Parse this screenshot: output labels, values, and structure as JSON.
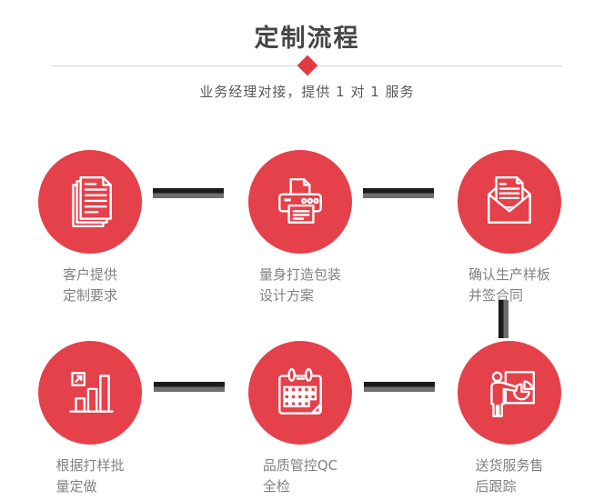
{
  "header": {
    "title": "定制流程",
    "subtitle": "业务经理对接，提供 1 对 1 服务"
  },
  "steps": [
    {
      "order": "1",
      "icon": "documents-icon",
      "lines": [
        "客户提供",
        "定制要求"
      ]
    },
    {
      "order": "2",
      "icon": "printer-icon",
      "lines": [
        "量身打造包装",
        "设计方案"
      ]
    },
    {
      "order": "3",
      "icon": "envelope-icon",
      "lines": [
        "确认生产样板",
        "并签合同"
      ]
    },
    {
      "order": "4",
      "icon": "bar-chart-icon",
      "lines": [
        "根据打样批",
        "量定做"
      ]
    },
    {
      "order": "5",
      "icon": "calendar-icon",
      "lines": [
        "品质管控QC",
        "全检"
      ]
    },
    {
      "order": "6",
      "icon": "presentation-icon",
      "lines": [
        "送货服务售",
        "后跟踪"
      ]
    }
  ],
  "colors": {
    "circle_red": "#e5414a",
    "diamond_red": "#e13b42",
    "connector_dark": "#1b1b1b",
    "connector_gray": "#6e6e6e",
    "title_text": "#464646",
    "subtitle_text": "#595959",
    "label_text": "#828282",
    "divider": "#d6d6d6"
  }
}
